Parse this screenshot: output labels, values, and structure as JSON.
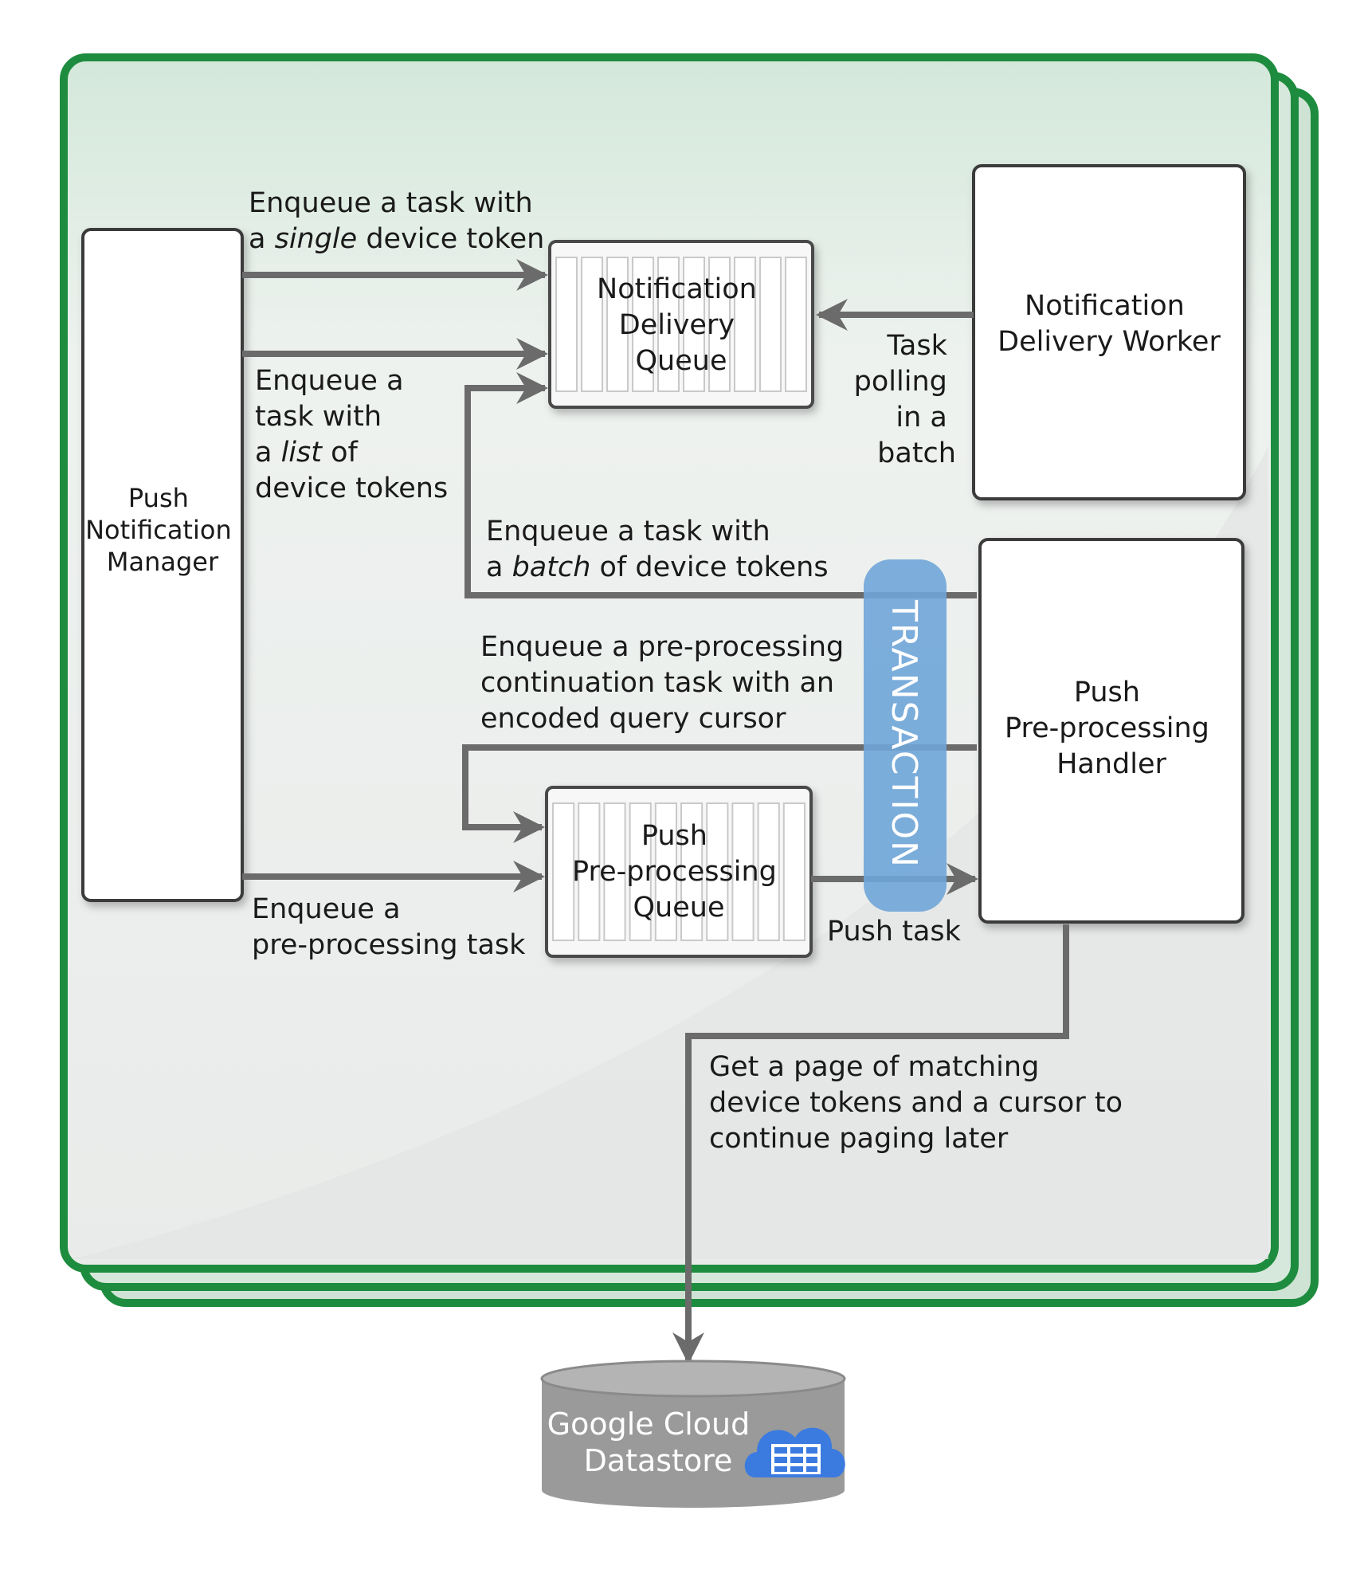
{
  "colors": {
    "frame_stroke": "#1e8c3e",
    "frame_fill": "#dcebe0",
    "arrow": "#6b6b6b",
    "transaction": "#6fa5d8",
    "datastore": "#9a9a9a",
    "datastore_icon": "#3b7be0"
  },
  "boxes": {
    "manager": {
      "lines": [
        "Push",
        "Notification",
        "Manager"
      ]
    },
    "delivery_queue": {
      "lines": [
        "Notification",
        "Delivery",
        "Queue"
      ]
    },
    "delivery_worker": {
      "lines": [
        "Notification",
        "Delivery Worker"
      ]
    },
    "preprocessing_handler": {
      "lines": [
        "Push",
        "Pre-processing",
        "Handler"
      ]
    },
    "preprocessing_queue": {
      "lines": [
        "Push",
        "Pre-processing",
        "Queue"
      ]
    }
  },
  "labels": {
    "single": {
      "l1": "Enqueue a task with",
      "l2_pre": "a ",
      "l2_em": "single",
      "l2_post": " device token"
    },
    "list": {
      "l1": "Enqueue a",
      "l2": "task with",
      "l3_pre": "a ",
      "l3_em": "list",
      "l3_post": " of",
      "l4": "device tokens"
    },
    "polling": {
      "lines": [
        "Task",
        "polling",
        "in a",
        "batch"
      ]
    },
    "batch": {
      "l1": "Enqueue a task with",
      "l2_pre": "a ",
      "l2_em": "batch",
      "l2_post": " of device tokens"
    },
    "continuation": {
      "lines": [
        "Enqueue a pre-processing",
        "continuation task with an",
        "encoded query cursor"
      ]
    },
    "preprocess_task": {
      "lines": [
        "Enqueue a",
        "pre-processing task"
      ]
    },
    "push_task": "Push task",
    "page": {
      "lines": [
        "Get a page of matching",
        "device tokens and a cursor to",
        "continue paging later"
      ]
    }
  },
  "transaction": "TRANSACTION",
  "datastore": {
    "lines": [
      "Google Cloud",
      "Datastore"
    ],
    "icon": "cloud-datastore-icon"
  }
}
